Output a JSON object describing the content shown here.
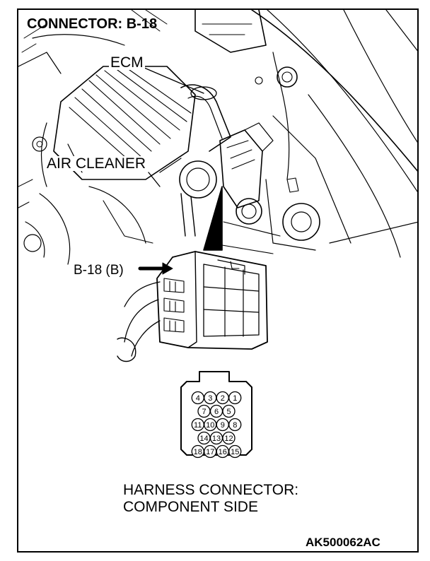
{
  "title": "CONNECTOR: B-18",
  "labels": {
    "ecm": "ECM",
    "air_cleaner": "AIR CLEANER",
    "connector_callout": "B-18 (B)"
  },
  "connector_pins": {
    "row1": [
      "4",
      "3",
      "2",
      "1"
    ],
    "row2": [
      "7",
      "6",
      "5"
    ],
    "row3": [
      "11",
      "10",
      "9",
      "8"
    ],
    "row4": [
      "14",
      "13",
      "12"
    ],
    "row5": [
      "18",
      "17",
      "16",
      "15"
    ]
  },
  "caption": "HARNESS CONNECTOR:\nCOMPONENT SIDE",
  "figure_code": "AK500062AC"
}
